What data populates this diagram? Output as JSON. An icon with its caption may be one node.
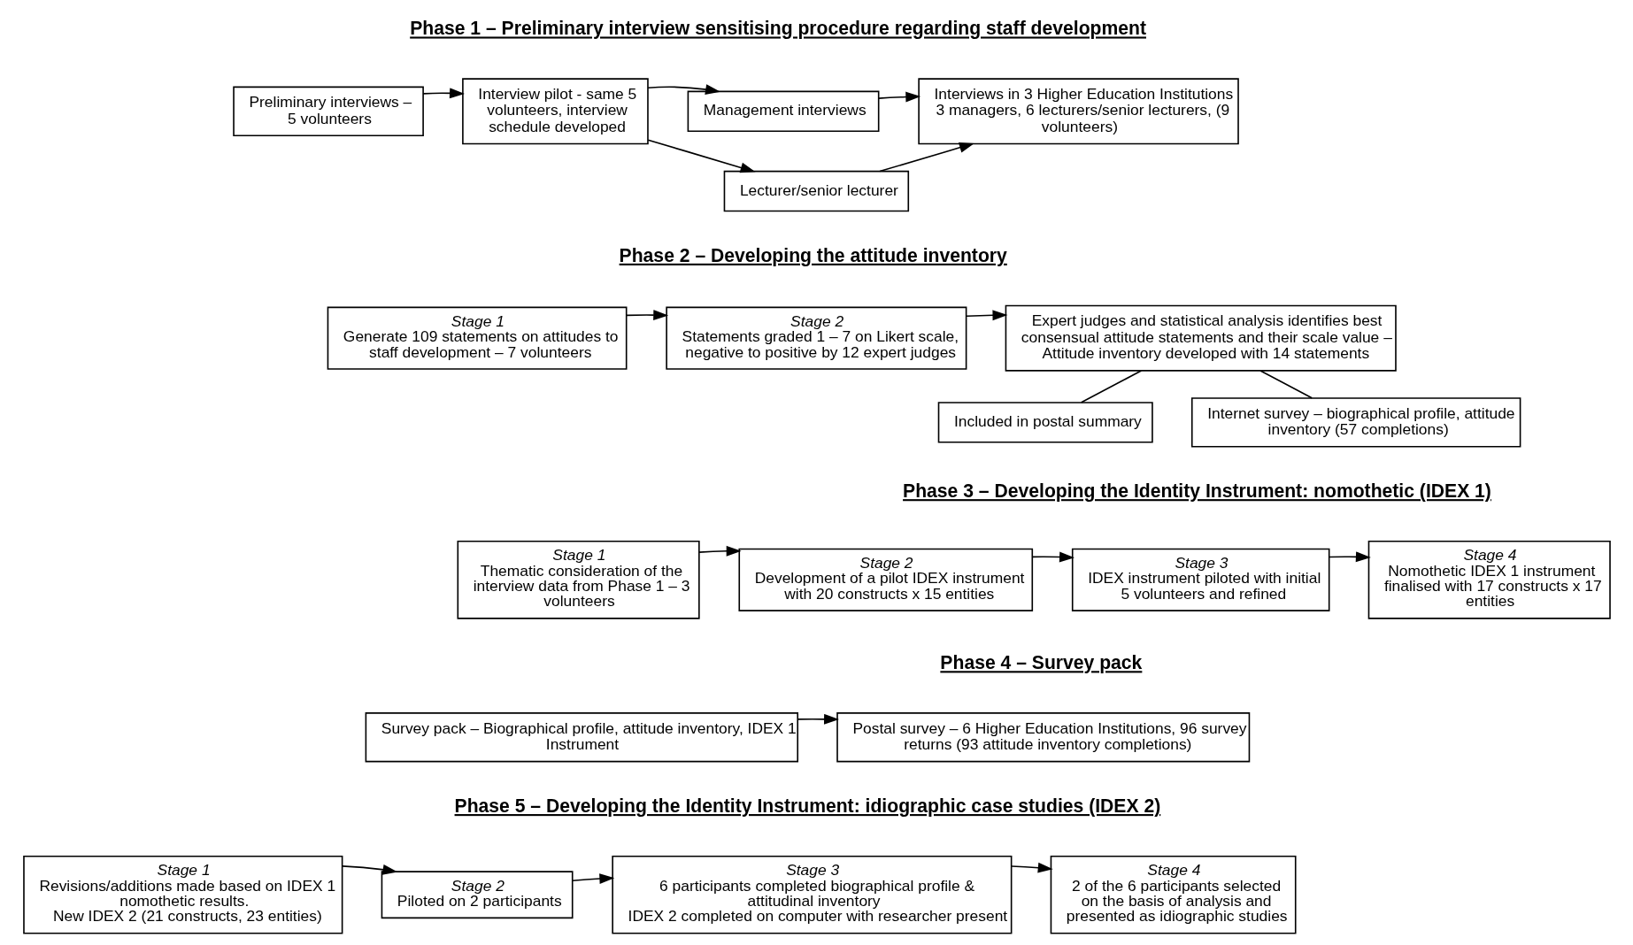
{
  "diagram": {
    "nodes": [
      {
        "text": [
          "Preliminary interviews – 5 volunteers"
        ]
      },
      {
        "text": [
          "Interview pilot - same 5 volunteers, interview schedule developed"
        ]
      },
      {
        "text": [
          "Management interviews"
        ]
      },
      {
        "text": [
          "Lecturer/senior lecturer"
        ]
      },
      {
        "text": [
          "Interviews in 3 Higher Education Institutions",
          "3 managers, 6 lecturers/senior lecturers, (9 volunteers)"
        ]
      },
      {
        "text": [
          "Stage 1",
          "Generate 109 statements on attitudes to staff development – 7 volunteers"
        ]
      },
      {
        "text": [
          "Stage 2",
          "Statements graded 1 – 7 on Likert scale, negative to positive by 12 expert judges"
        ]
      },
      {
        "text": [
          "Expert judges and statistical analysis identifies best consensual attitude statements and their scale value – Attitude inventory developed with 14 statements"
        ]
      },
      {
        "text": [
          "Included in postal summary"
        ]
      },
      {
        "text": [
          "Internet survey – biographical profile, attitude inventory (57 completions)"
        ]
      },
      {
        "text": [
          "Stage 1",
          "Thematic consideration of the interview data from Phase 1 – 3 volunteers"
        ]
      },
      {
        "text": [
          "Stage 2",
          "Development of a pilot IDEX instrument with 20 constructs x 15 entities"
        ]
      },
      {
        "text": [
          "Stage 3",
          "IDEX instrument piloted with initial 5 volunteers and refined"
        ]
      },
      {
        "text": [
          "Stage 4",
          "Nomothetic IDEX 1 instrument finalised with 17 constructs x 17 entities"
        ]
      },
      {
        "text": [
          "Survey pack – Biographical profile, attitude inventory, IDEX 1 Instrument"
        ]
      },
      {
        "text": [
          "Postal survey – 6 Higher Education Institutions, 96 survey returns (93 attitude inventory completions)"
        ]
      },
      {
        "text": [
          "Stage 1",
          "Revisions/additions made based on IDEX 1 nomothetic results.",
          "New IDEX 2 (21 constructs, 23 entities)"
        ]
      },
      {
        "text": [
          "Stage 2",
          "Piloted on 2 participants"
        ]
      },
      {
        "text": [
          "Stage 3",
          "6 participants completed biographical profile & attitudinal inventory",
          "IDEX 2 completed on computer with researcher present"
        ]
      },
      {
        "text": [
          "Stage 4",
          "2 of the 6 participants selected on the basis of analysis and presented as idiographic studies"
        ]
      }
    ],
    "edges": [
      {
        "from": 0,
        "to": 1,
        "arrow": "to"
      },
      {
        "from": 1,
        "to": 2,
        "arrow": "to"
      },
      {
        "from": 1,
        "to": 3,
        "arrow": "to"
      },
      {
        "from": 2,
        "to": 4,
        "arrow": "to"
      },
      {
        "from": 3,
        "to": 4,
        "arrow": "to"
      },
      {
        "from": 5,
        "to": 6,
        "arrow": "to"
      },
      {
        "from": 6,
        "to": 7,
        "arrow": "to"
      },
      {
        "from": 7,
        "to": 8,
        "arrow": "none"
      },
      {
        "from": 7,
        "to": 9,
        "arrow": "none"
      },
      {
        "from": 10,
        "to": 11,
        "arrow": "to"
      },
      {
        "from": 11,
        "to": 12,
        "arrow": "to"
      },
      {
        "from": 12,
        "to": 13,
        "arrow": "to"
      },
      {
        "from": 14,
        "to": 15,
        "arrow": "to"
      },
      {
        "from": 16,
        "to": 17,
        "arrow": "to"
      },
      {
        "from": 17,
        "to": 18,
        "arrow": "to"
      },
      {
        "from": 18,
        "to": 19,
        "arrow": "to"
      }
    ],
    "labels": [
      "Phase 1 – Preliminary interview sensitising procedure regarding staff development",
      "Phase 2 – Developing the attitude inventory",
      "Phase 3 – Developing the Identity Instrument: nomothetic (IDEX 1)",
      "Phase 4 – Survey pack",
      "Phase 5 – Developing the Identity Instrument: idiographic case studies (IDEX 2)"
    ]
  }
}
